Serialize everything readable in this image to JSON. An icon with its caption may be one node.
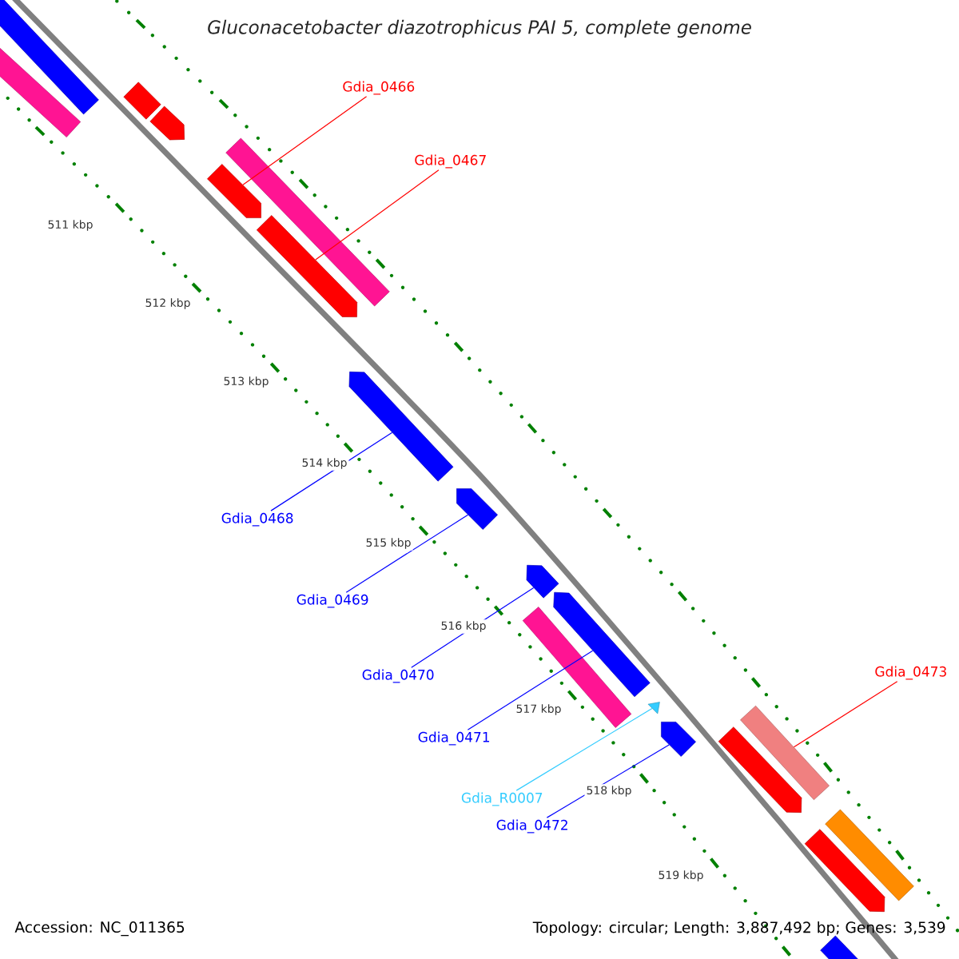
{
  "diagram": {
    "title": "Gluconacetobacter diazotrophicus PAI 5, complete genome",
    "nodes": [
      {
        "text": [
          "Gdia_0466"
        ]
      },
      {
        "text": [
          "Gdia_0467"
        ]
      },
      {
        "text": [
          "Gdia_0468"
        ]
      },
      {
        "text": [
          "Gdia_0469"
        ]
      },
      {
        "text": [
          "Gdia_0470"
        ]
      },
      {
        "text": [
          "Gdia_0471"
        ]
      },
      {
        "text": [
          "Gdia_R0007"
        ]
      },
      {
        "text": [
          "Gdia_0472"
        ]
      },
      {
        "text": [
          "Gdia_0473"
        ]
      },
      {
        "text": [],
        "shape": "bar"
      },
      {
        "text": [],
        "shape": "bar"
      },
      {
        "text": [],
        "shape": "bar"
      },
      {
        "text": [],
        "shape": "bar"
      },
      {
        "text": [],
        "shape": "bar"
      },
      {
        "text": [],
        "shape": "bar"
      },
      {
        "text": [],
        "shape": "triangle"
      },
      {
        "text": [],
        "shape": "bar"
      },
      {
        "text": [],
        "shape": "bar"
      }
    ],
    "edges": [
      {
        "from": 0,
        "to": 9,
        "arrow": "none",
        "color": "#ff0000"
      },
      {
        "from": 1,
        "to": 10,
        "arrow": "none",
        "color": "#ff0000"
      },
      {
        "from": 2,
        "to": 11,
        "arrow": "none"
      },
      {
        "from": 3,
        "to": 12,
        "arrow": "none"
      },
      {
        "from": 4,
        "to": 13,
        "arrow": "none"
      },
      {
        "from": 5,
        "to": 14,
        "arrow": "none"
      },
      {
        "from": 6,
        "to": 15,
        "arrow": "none",
        "color": "#33ccff"
      },
      {
        "from": 7,
        "to": 16,
        "arrow": "none"
      },
      {
        "from": 8,
        "to": 17,
        "arrow": "none",
        "color": "#ff0000"
      }
    ],
    "labels": [
      "511 kbp",
      "512 kbp",
      "513 kbp",
      "514 kbp",
      "515 kbp",
      "516 kbp",
      "517 kbp",
      "518 kbp",
      "519 kbp",
      "Accession: NC_011365",
      "Topology: circular; Length: 3,887,492 bp; Genes: 3,539"
    ]
  }
}
